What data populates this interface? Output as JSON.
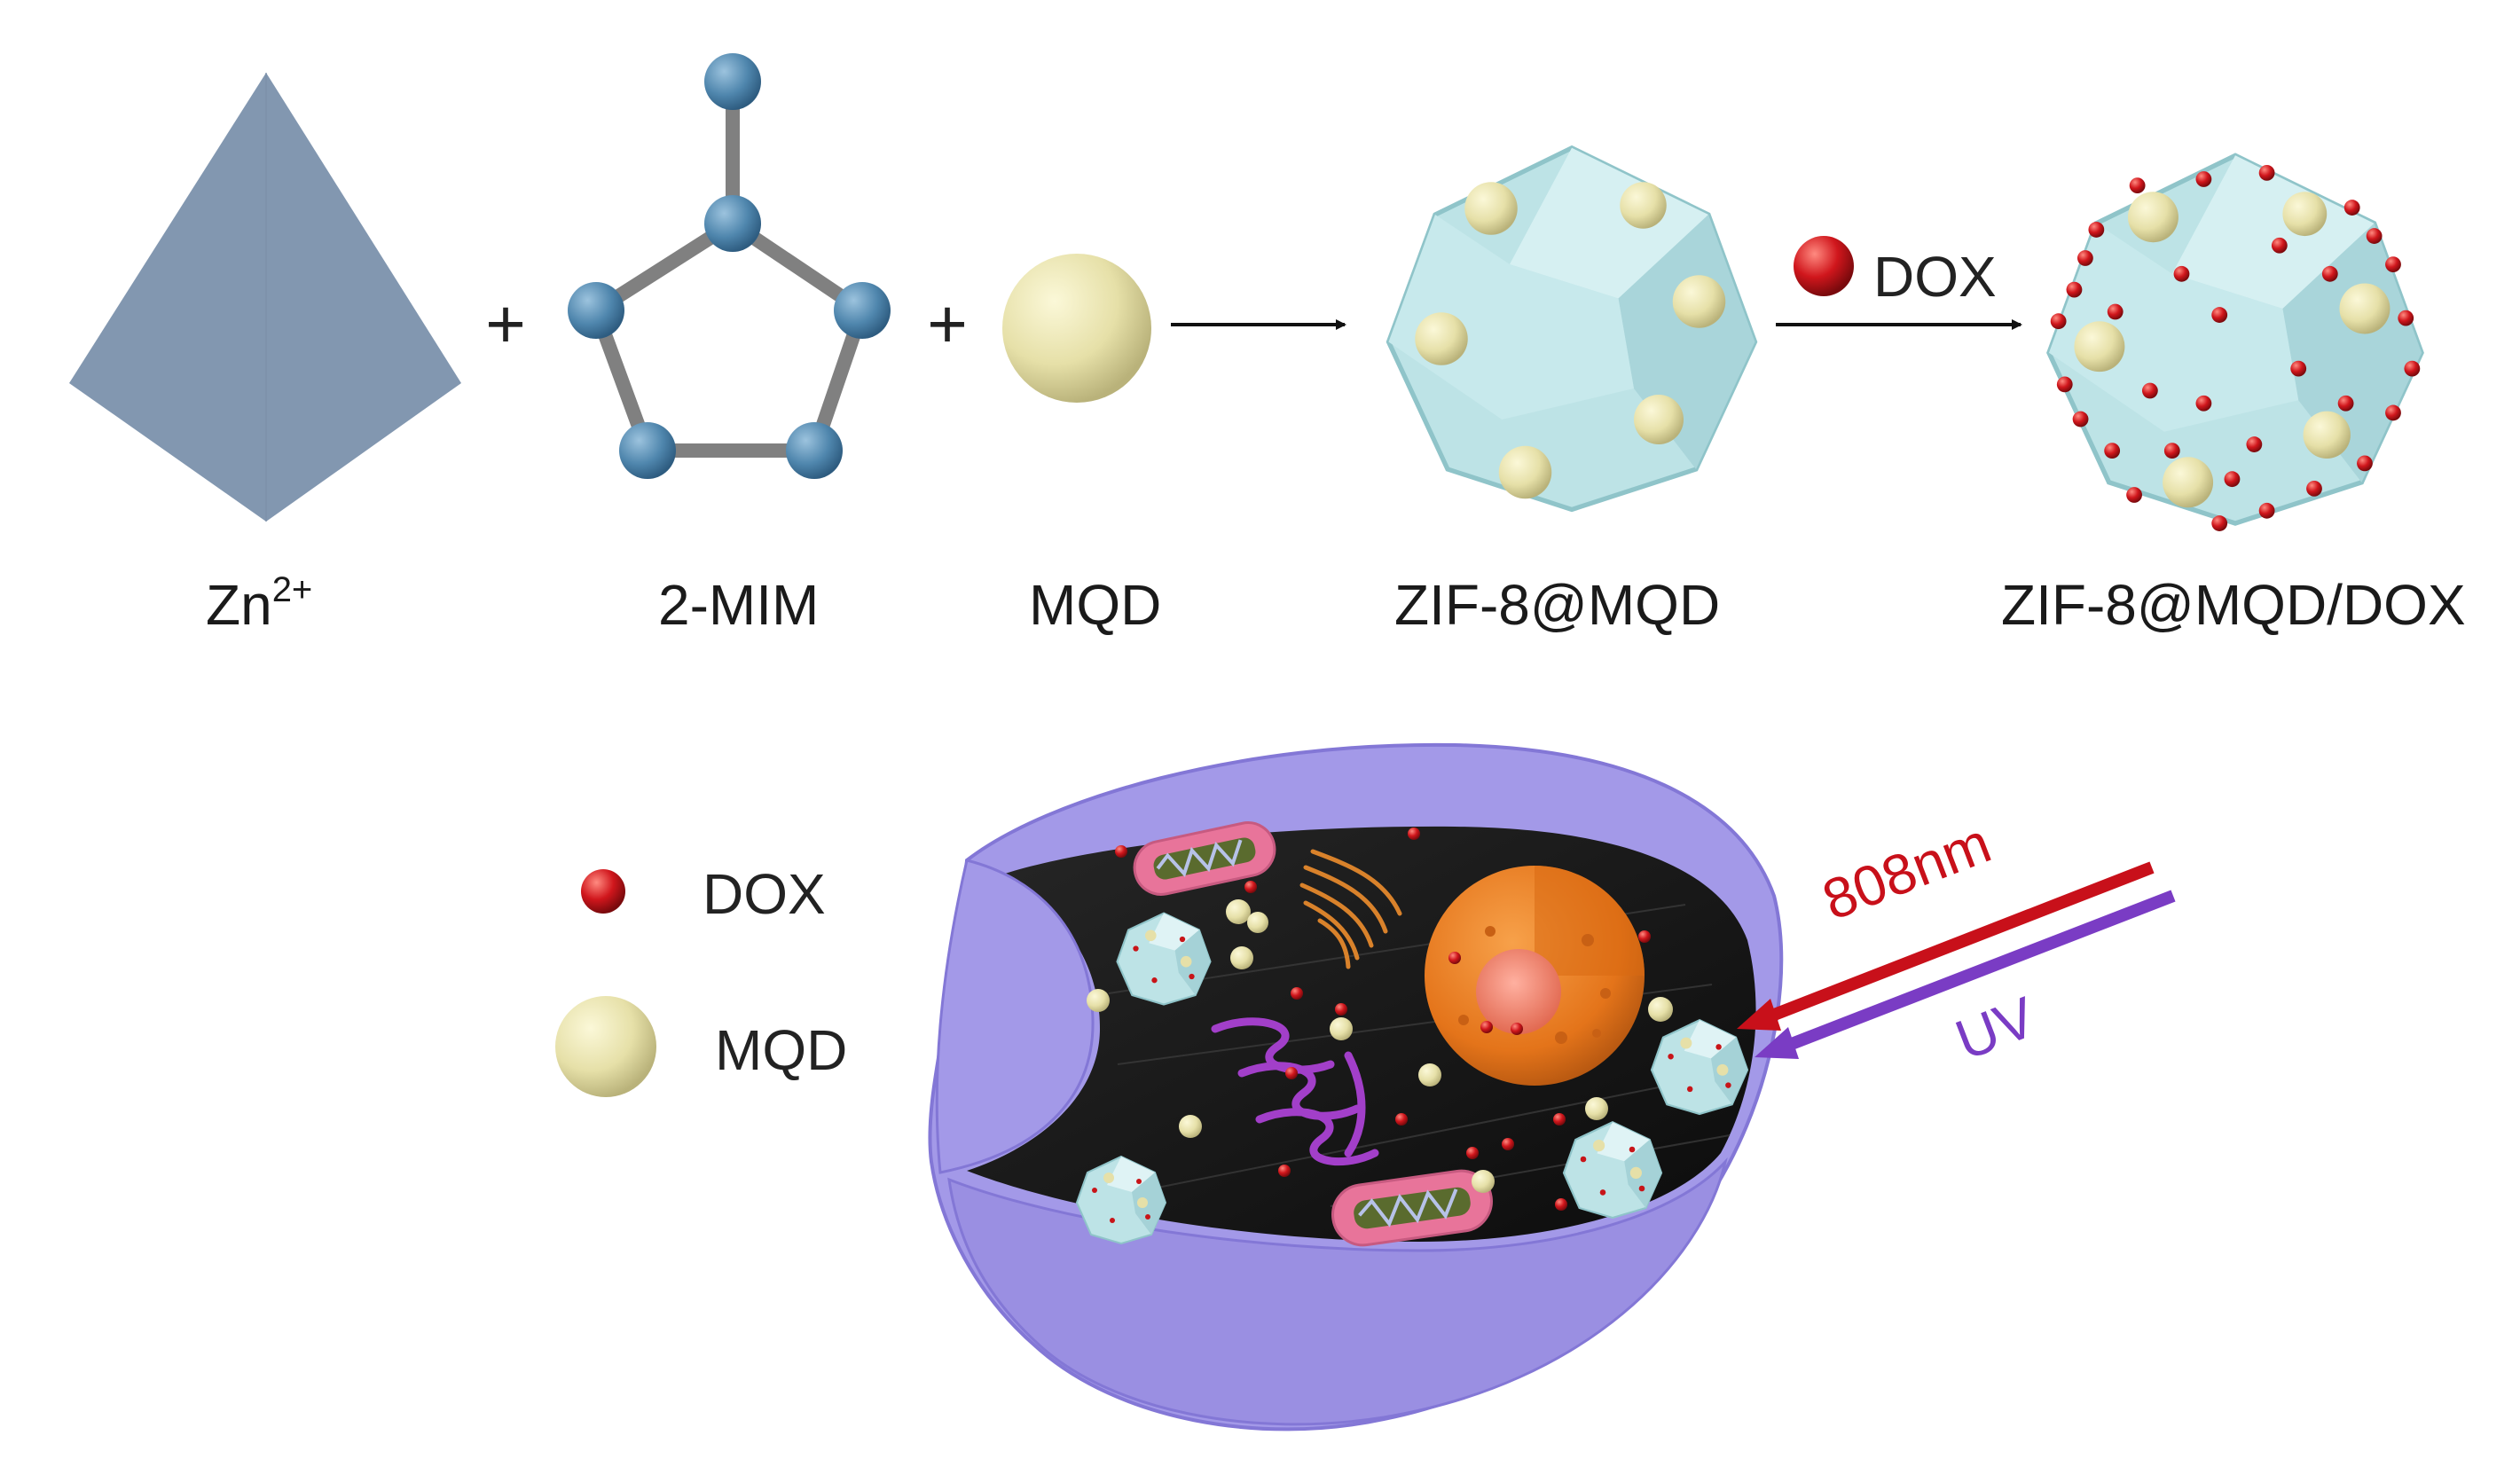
{
  "labels": {
    "zn_base": "Zn",
    "zn_charge": "2+",
    "mim": "2-MIM",
    "mqd": "MQD",
    "zif": "ZIF-8@MQD",
    "zif_dox": "ZIF-8@MQD/DOX",
    "plus": "+",
    "arrow_dox": "DOX"
  },
  "legend": {
    "dox": "DOX",
    "mqd": "MQD"
  },
  "light": {
    "nir": "808nm",
    "uv": "UV"
  },
  "colors": {
    "tetrahedron": "#8297b0",
    "atom": "#4f86ad",
    "bond": "#808080",
    "mqd": "#e6e0a8",
    "zif": "#bde3e6",
    "dox": "#c81418",
    "cell": "#a399e8",
    "cytoplasm": "#121212",
    "nucleus": "#e87a1c",
    "mitochondria": "#e8749a",
    "golgi": "#d9822b",
    "er": "#a23fc9",
    "nir_beam": "#c8101a",
    "uv_beam": "#7a3cc4"
  }
}
